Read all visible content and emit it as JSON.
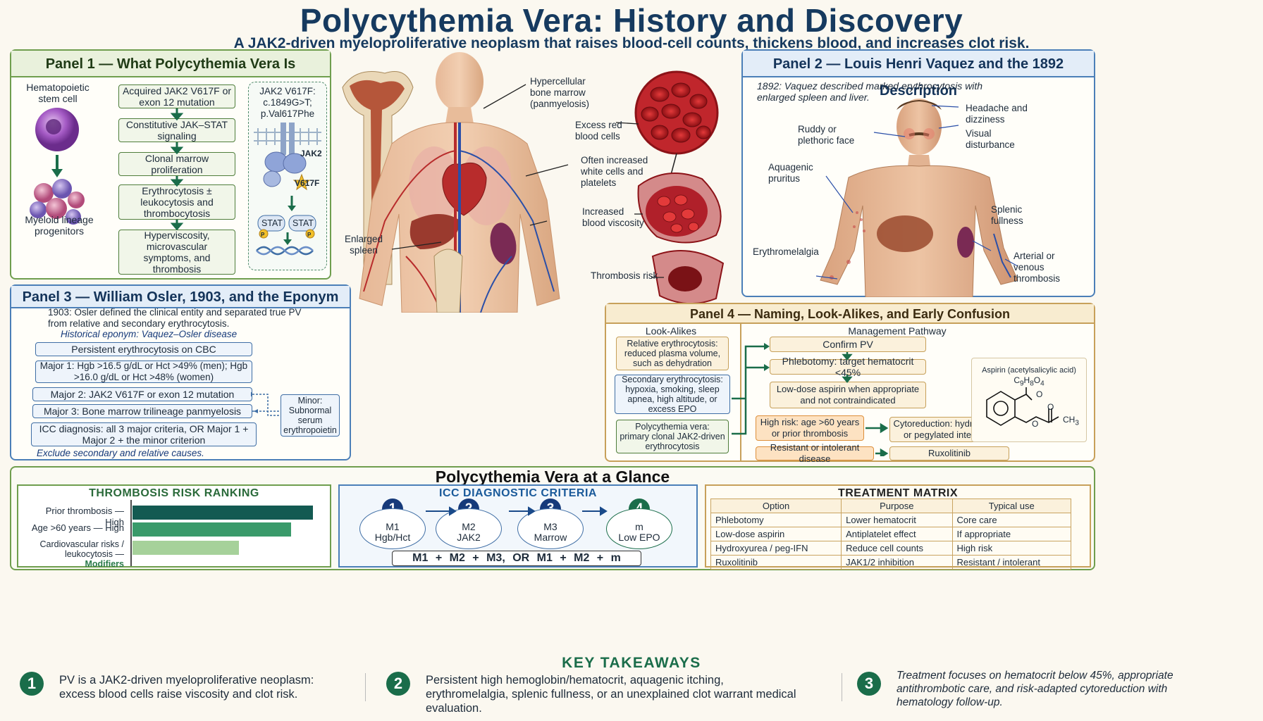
{
  "title": "Polycythemia Vera: History and Discovery",
  "subtitle": "A JAK2-driven myeloproliferative neoplasm that raises blood-cell counts, thickens blood, and increases clot risk.",
  "panel1": {
    "title": "Panel 1 — What Polycythemia Vera Is",
    "stem_cell": "Hematopoietic stem cell",
    "progenitors": "Myeloid lineage progenitors",
    "flow": [
      "Acquired JAK2 V617F or exon 12 mutation",
      "Constitutive JAK–STAT signaling",
      "Clonal marrow proliferation",
      "Erythrocytosis ± leukocytosis and thrombocytosis",
      "Hyperviscosity, microvascular symptoms, and thrombosis"
    ],
    "mutation": "JAK2 V617F: c.1849G>T; p.Val617Phe",
    "jak2": "JAK2",
    "v617f": "V617F",
    "stat": "STAT",
    "p": "P"
  },
  "center": {
    "hypercellular": "Hypercellular bone marrow (panmyelosis)",
    "excess_rbc": "Excess red blood cells",
    "wbc": "Often increased white cells and platelets",
    "viscosity": "Increased blood viscosity",
    "thrombosis": "Thrombosis risk",
    "spleen": "Enlarged spleen"
  },
  "panel2": {
    "title": "Panel 2 — Louis Henri Vaquez and the 1892 Description",
    "desc": "1892: Vaquez described marked erythrocytosis with enlarged spleen and liver.",
    "labels": [
      "Headache and dizziness",
      "Visual disturbance",
      "Ruddy or plethoric face",
      "Aquagenic pruritus",
      "Splenic fullness",
      "Erythromelalgia",
      "Arterial or venous thrombosis"
    ]
  },
  "panel3": {
    "title": "Panel 3 — William Osler, 1903, and the Eponym",
    "desc": "1903: Osler defined the clinical entity and separated true PV from relative and secondary erythrocytosis.",
    "eponym": "Historical eponym: Vaquez–Osler disease",
    "criteria": [
      "Persistent erythrocytosis on CBC",
      "Major 1: Hgb >16.5 g/dL or Hct >49% (men); Hgb >16.0 g/dL or Hct >48% (women)",
      "Major 2: JAK2 V617F or exon 12 mutation",
      "Major 3: Bone marrow trilineage panmyelosis",
      "ICC diagnosis: all 3 major criteria, OR Major 1 + Major 2 + the minor criterion"
    ],
    "minor": "Minor: Subnormal serum erythropoietin",
    "exclude": "Exclude secondary and relative causes."
  },
  "panel4": {
    "title": "Panel 4 — Naming, Look-Alikes, and Early Confusion",
    "lookalikes_title": "Look-Alikes",
    "lookalikes": [
      "Relative erythrocytosis: reduced plasma volume, such as dehydration",
      "Secondary erythrocytosis: hypoxia, smoking, sleep apnea, high altitude, or excess EPO",
      "Polycythemia vera: primary clonal JAK2-driven erythrocytosis"
    ],
    "pathway_title": "Management Pathway",
    "pathway": [
      "Confirm PV",
      "Phlebotomy: target hematocrit <45%",
      "Low-dose aspirin when appropriate and not contraindicated",
      "High risk: age >60 years or prior thrombosis",
      "Cytoreduction: hydroxyurea or pegylated interferon",
      "Resistant or intolerant disease",
      "Ruxolitinib"
    ],
    "aspirin_title": "Aspirin (acetylsalicylic acid)",
    "aspirin_formula": "C9H8O4",
    "ch3": "CH3",
    "o": "O"
  },
  "glance": {
    "title": "Polycythemia Vera at a Glance",
    "risk_title": "THROMBOSIS RISK RANKING",
    "risk_items": [
      {
        "label": "Prior thrombosis — High",
        "value": 1.0,
        "color": "#135a52"
      },
      {
        "label": "Age >60 years — High",
        "value": 0.88,
        "color": "#3a9a6a"
      },
      {
        "label": "Cardiovascular risks / leukocytosis — Modifiers",
        "value": 0.59,
        "color": "#a6d19a"
      }
    ],
    "icc_title": "ICC DIAGNOSTIC CRITERIA",
    "icc_steps": [
      {
        "num": "1",
        "line1": "M1",
        "line2": "Hgb/Hct"
      },
      {
        "num": "2",
        "line1": "M2",
        "line2": "JAK2"
      },
      {
        "num": "3",
        "line1": "M3",
        "line2": "Marrow"
      },
      {
        "num": "4",
        "line1": "m",
        "line2": "Low EPO"
      }
    ],
    "icc_formula": "M1 + M2 + M3, OR M1 + M2 + m",
    "tm_title": "TREATMENT MATRIX",
    "tm_headers": [
      "Option",
      "Purpose",
      "Typical use"
    ],
    "tm_rows": [
      [
        "Phlebotomy",
        "Lower hematocrit",
        "Core care"
      ],
      [
        "Low-dose aspirin",
        "Antiplatelet effect",
        "If appropriate"
      ],
      [
        "Hydroxyurea / peg-IFN",
        "Reduce cell counts",
        "High risk"
      ],
      [
        "Ruxolitinib",
        "JAK1/2 inhibition",
        "Resistant / intolerant"
      ]
    ]
  },
  "takeaways": {
    "title": "KEY TAKEAWAYS",
    "items": [
      {
        "num": "1",
        "text": "PV is a JAK2-driven myeloproliferative neoplasm: excess blood cells raise viscosity and clot risk."
      },
      {
        "num": "2",
        "text": "Persistent high hemoglobin/hematocrit, aquagenic itching, erythromelalgia, splenic fullness, or an unexplained clot warrant medical evaluation."
      },
      {
        "num": "3",
        "text": "Treatment focuses on hematocrit below 45%, appropriate antithrombotic care, and risk-adapted cytoreduction with hematology follow-up."
      }
    ]
  },
  "colors": {
    "navy": "#163a5f",
    "green": "#6f9e4e",
    "blue": "#4b7fb8",
    "tan": "#c7a05a",
    "red": "#b3242a"
  }
}
